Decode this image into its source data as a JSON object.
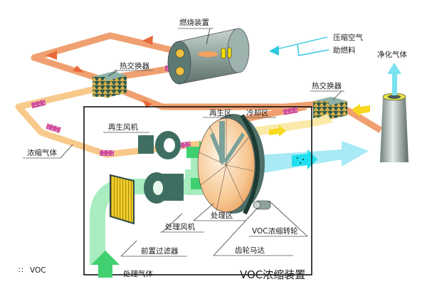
{
  "title": "VOC浓缩装置",
  "legend": {
    "symbol": "∷",
    "text": "VOC"
  },
  "labels": {
    "combustion_device": "燃烧装置",
    "compressed_air": "压缩空气",
    "combustion_aid": "助燃料",
    "purified_gas": "净化气体",
    "heat_exchanger_1": "热交换器",
    "heat_exchanger_2": "热交换器",
    "regen_fan": "再生风机",
    "regen_zone": "再生区",
    "cooling_zone": "冷却区",
    "concentrated_gas": "浓缩气体",
    "process_fan": "处理风机",
    "process_zone": "处理区",
    "voc_rotor": "VOC浓缩转轮",
    "pre_filter": "前置过滤器",
    "gear_motor": "齿轮马达",
    "process_gas": "处理气体"
  },
  "colors": {
    "hot_flow": "#f0a070",
    "hot_arrow": "#e8683a",
    "conc_flow": "#f7c98a",
    "voc_arrow": "#d0509a",
    "process_flow": "#a8ecc0",
    "process_arrow": "#40d070",
    "clean_flow": "#9fe8f4",
    "clean_arrow": "#20e0f0",
    "cool_flow": "#fbe9a8",
    "cool_arrow": "#f8d820",
    "equipment": "#3e6e62",
    "frame": "#111111"
  }
}
